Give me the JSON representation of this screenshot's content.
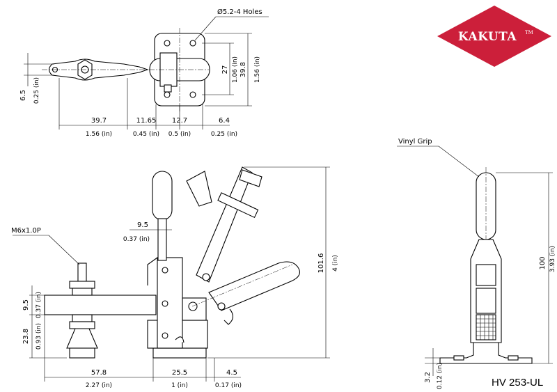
{
  "brand": {
    "name": "KAKUTA",
    "tm": "TM",
    "color": "#cc1f3a"
  },
  "model": "HV 253-UL",
  "labels": {
    "holes": "Ø5.2-4 Holes",
    "vinyl_grip": "Vinyl Grip",
    "thread": "M6x1.0P"
  },
  "top_view": {
    "w_39_7": "39.7",
    "w_39_7_in": "1.56 (in)",
    "w_11_65": "11.65",
    "w_11_65_in": "0.45 (in)",
    "w_12_7": "12.7",
    "w_12_7_in": "0.5 (in)",
    "w_6_4": "6.4",
    "w_6_4_in": "0.25 (in)",
    "h_6_5": "6.5",
    "h_6_5_in": "0.25 (in)",
    "h_27": "27",
    "h_27_in": "1.06 (in)",
    "h_39_8": "39.8",
    "h_39_8_in": "1.56 (in)"
  },
  "side_view": {
    "d_9_5_top": "9.5",
    "d_9_5_top_in": "0.37 (in)",
    "d_9_5_left": "9.5",
    "d_9_5_left_in": "0.37 (in)",
    "d_23_8": "23.8",
    "d_23_8_in": "0.93 (in)",
    "d_101_6": "101.6",
    "d_101_6_in": "4 (in)",
    "d_57_8": "57.8",
    "d_57_8_in": "2.27 (in)",
    "d_25_5": "25.5",
    "d_25_5_in": "1 (in)",
    "d_4_5": "4.5",
    "d_4_5_in": "0.17 (in)"
  },
  "front_view": {
    "d_100": "100",
    "d_100_in": "3.93 (in)",
    "d_3_2": "3.2",
    "d_3_2_in": "0.12 (in)"
  }
}
